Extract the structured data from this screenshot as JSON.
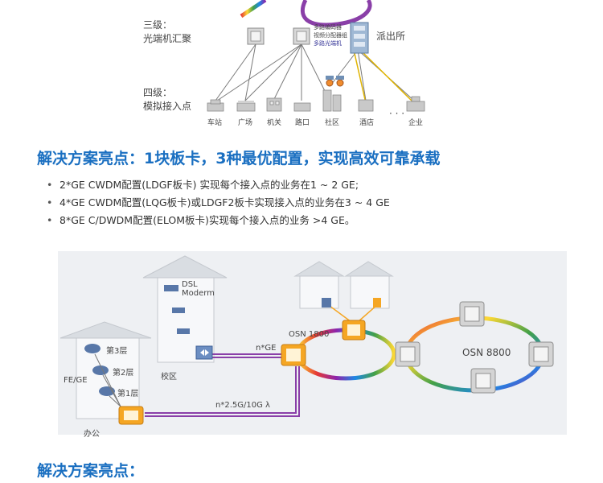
{
  "top_diagram": {
    "level3_line1": "三级：",
    "level3_line2": "光端机汇聚",
    "level4_line1": "四级：",
    "level4_line2": "模拟接入点",
    "police_station": "派出所",
    "device_line1": "多路编码器",
    "device_line2": "视频分配器组",
    "device_line3": "多路光端机",
    "sites": [
      "车站",
      "广场",
      "机关",
      "路口",
      "社区",
      "酒店",
      "企业"
    ],
    "dots": "· · ·"
  },
  "section1": {
    "title": "解决方案亮点：1块板卡，3种最优配置，实现高效可靠承载",
    "bullets": [
      "2*GE CWDM配置(LDGF板卡) 实现每个接入点的业务在1 ~ 2 GE;",
      "4*GE CWDM配置(LQG板卡)或LDGF2板卡实现接入点的业务在3 ~ 4 GE",
      "8*GE C/DWDM配置(ELOM板卡)实现每个接入点的业务 >4 GE。"
    ]
  },
  "bottom_diagram": {
    "dsl_line1": "DSL",
    "dsl_line2": "Moderm",
    "campus": "校区",
    "office": "办公",
    "floor3": "第3层",
    "floor2": "第2层",
    "floor1": "第1层",
    "fe_ge": "FE/GE",
    "link_nge": "n*GE",
    "link_n25g": "n*2.5G/10G  λ",
    "osn1800": "OSN 1800",
    "osn8800": "OSN 8800"
  },
  "section2": {
    "title": "解决方案亮点："
  },
  "colors": {
    "heading": "#1a6fc1",
    "fiber_purple": "#8a3fa8",
    "device_orange": "#f5a623"
  }
}
